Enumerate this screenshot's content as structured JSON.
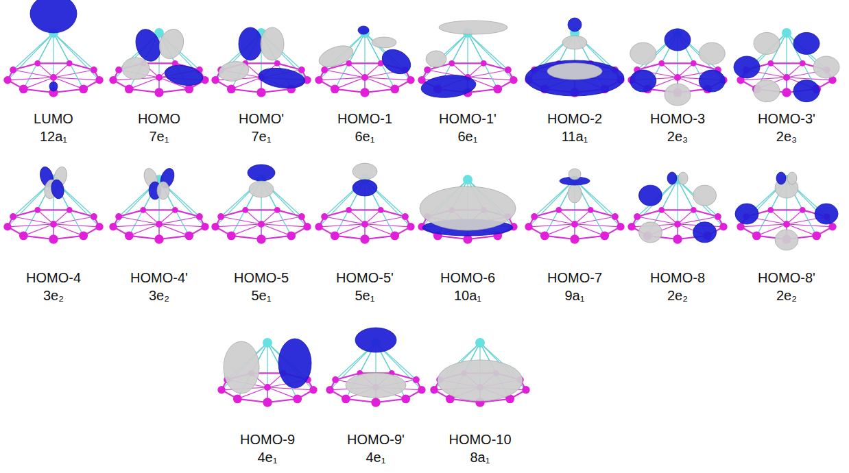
{
  "diagram": {
    "labels": [
      "LUMO",
      "12a₁",
      "HOMO",
      "7e₁",
      "HOMO'",
      "7e₁",
      "HOMO-1",
      "6e₁",
      "HOMO-1'",
      "6e₁",
      "HOMO-2",
      "11a₁",
      "HOMO-3",
      "2e₃",
      "HOMO-3'",
      "2e₃",
      "HOMO-4",
      "3e₂",
      "HOMO-4'",
      "3e₂",
      "HOMO-5",
      "5e₁",
      "HOMO-5'",
      "5e₁",
      "HOMO-6",
      "10a₁",
      "HOMO-7",
      "9a₁",
      "HOMO-8",
      "2e₂",
      "HOMO-8'",
      "2e₂",
      "HOMO-9",
      "4e₁",
      "HOMO-9'",
      "4e₁",
      "HOMO-10",
      "8a₁"
    ]
  }
}
